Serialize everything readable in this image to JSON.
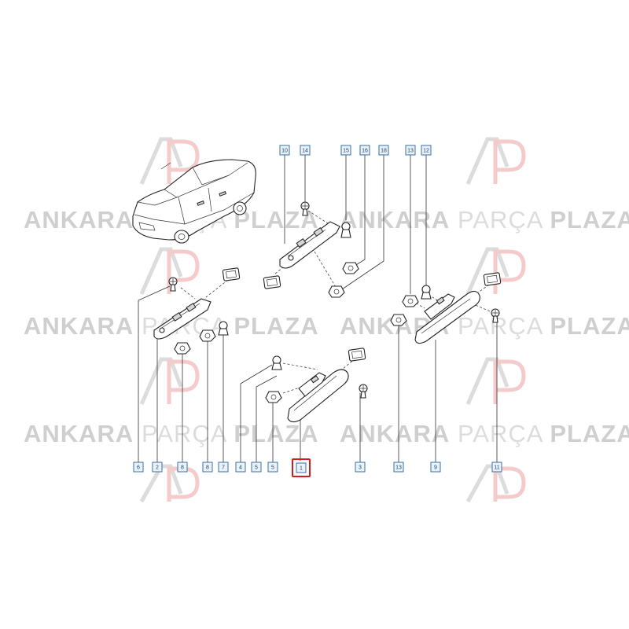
{
  "watermark": {
    "bold_word_1": "ANKARA",
    "light_word": "PARÇA",
    "bold_word_2": "PLAZA"
  },
  "colors": {
    "callout_fill": "#eaf2fb",
    "callout_stroke": "#3b6ea5",
    "highlight": "#d61a1a",
    "watermark_gray": "#cfcfcf",
    "watermark_pink": "#f3c4c4"
  },
  "callouts": {
    "top": [
      "10",
      "14",
      "15",
      "16",
      "18",
      "13",
      "12"
    ],
    "bottom": [
      "6",
      "2",
      "8",
      "8",
      "7",
      "4",
      "5",
      "5",
      "1",
      "3",
      "13",
      "9",
      "11"
    ]
  },
  "highlighted_callout": "1"
}
